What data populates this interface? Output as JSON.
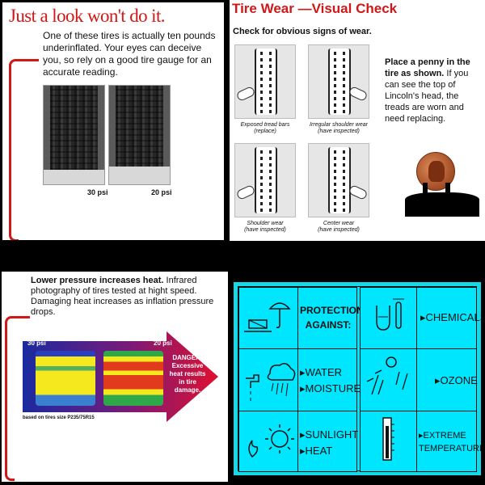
{
  "panel1": {
    "title": "Just a look won't do it.",
    "body": "One of these tires is actually ten pounds underinflated.  Your eyes can deceive you, so rely on a good tire gauge for an accurate reading.",
    "label_a": "30 psi",
    "label_b": "20 psi"
  },
  "panel2": {
    "title": "Tire Wear —Visual Check",
    "subtitle": "Check for obvious signs of wear.",
    "tiles": [
      {
        "caption_line1": "Exposed tread bars",
        "caption_line2": "(replace)"
      },
      {
        "caption_line1": "Irregular shoulder wear",
        "caption_line2": "(have inspected)"
      },
      {
        "caption_line1": "Shoulder wear",
        "caption_line2": "(have inspected)"
      },
      {
        "caption_line1": "Center wear",
        "caption_line2": "(have inspected)"
      }
    ],
    "penny_bold": "Place a penny in the tire as shown.",
    "penny_rest": " If you can see the top of Lincoln's head, the treads are worn and need replacing."
  },
  "panel3": {
    "body_bold": "Lower pressure increases heat.",
    "body_rest": " Infrared photography of tires tested at hight speed. Damaging heat increases as inflation pressure drops.",
    "label_a": "30 psi",
    "label_b": "20 psi",
    "danger": "DANGER! Excessive heat results in tire damage.",
    "footnote": "based on tires size P235/75R15",
    "colors": {
      "arrow_start": "#1a2aa0",
      "arrow_end": "#e01030"
    }
  },
  "panel4": {
    "background": "#00e6ff",
    "header_line1": "PROTECTION",
    "header_line2": "AGAINST:",
    "items": [
      {
        "label": "▸CHEMICALS",
        "icon": "flask-icon"
      },
      {
        "label_line1": "▸WATER",
        "label_line2": "▸MOISTURE",
        "icon": "cloud-rain-icon"
      },
      {
        "label": "▸OZONE",
        "icon": "ozone-icon"
      },
      {
        "label_line1": "▸SUNLIGHT",
        "label_line2": "▸HEAT",
        "icon": "sun-icon"
      },
      {
        "label_line1": "▸EXTREME",
        "label_line2": "TEMPERATURES",
        "icon": "thermometer-icon"
      }
    ]
  }
}
